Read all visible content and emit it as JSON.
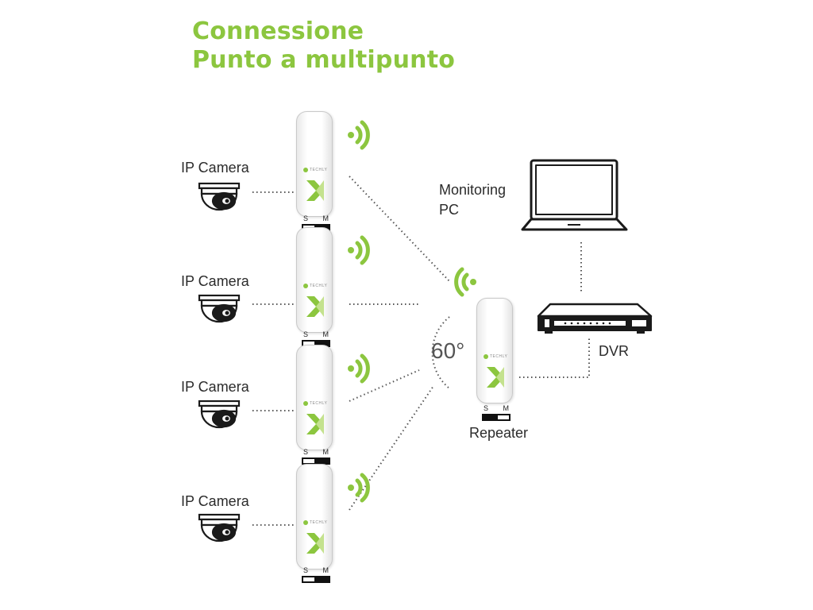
{
  "title": {
    "line1": "Connessione",
    "line2": "Punto a multipunto"
  },
  "cameras": [
    {
      "label": "IP Camera"
    },
    {
      "label": "IP Camera"
    },
    {
      "label": "IP Camera"
    },
    {
      "label": "IP Camera"
    }
  ],
  "device": {
    "brand": "TECHLY",
    "switch_left": "S",
    "switch_right": "M"
  },
  "repeater": {
    "label": "Repeater",
    "angle": "60°"
  },
  "monitoring": {
    "line1": "Monitoring",
    "line2": "PC"
  },
  "dvr": {
    "label": "DVR"
  },
  "colors": {
    "accent_green": "#8cc63f",
    "dark_gray": "#2b2b2b",
    "device_border": "#c9c9c9"
  }
}
